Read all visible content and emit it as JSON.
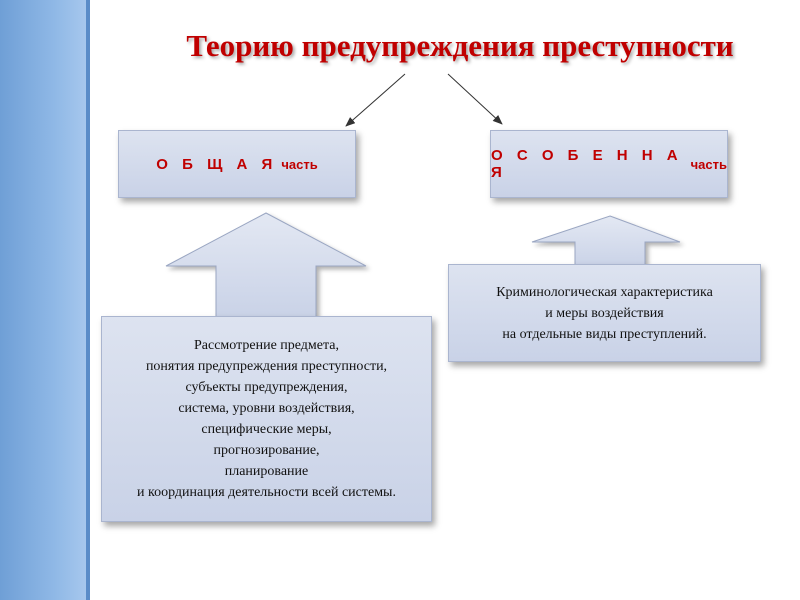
{
  "title": "Теорию предупреждения преступности",
  "general": {
    "spaced": "О Б Щ А Я",
    "word": "часть",
    "details": [
      "Рассмотрение  предмета,",
      "понятия предупреждения преступности,",
      "субъекты предупреждения,",
      "система, уровни воздействия,",
      "специфические меры,",
      "прогнозирование,",
      "планирование",
      "и координация деятельности всей системы."
    ]
  },
  "special": {
    "spaced": "О С О Б Е Н Н А Я",
    "word": "часть",
    "details": [
      "Криминологическая характеристика",
      "и меры воздействия",
      "на отдельные виды преступлений."
    ]
  },
  "colors": {
    "title": "#c00000",
    "box_fill": "#d3daeb",
    "side_band": "#8fb8e6"
  }
}
